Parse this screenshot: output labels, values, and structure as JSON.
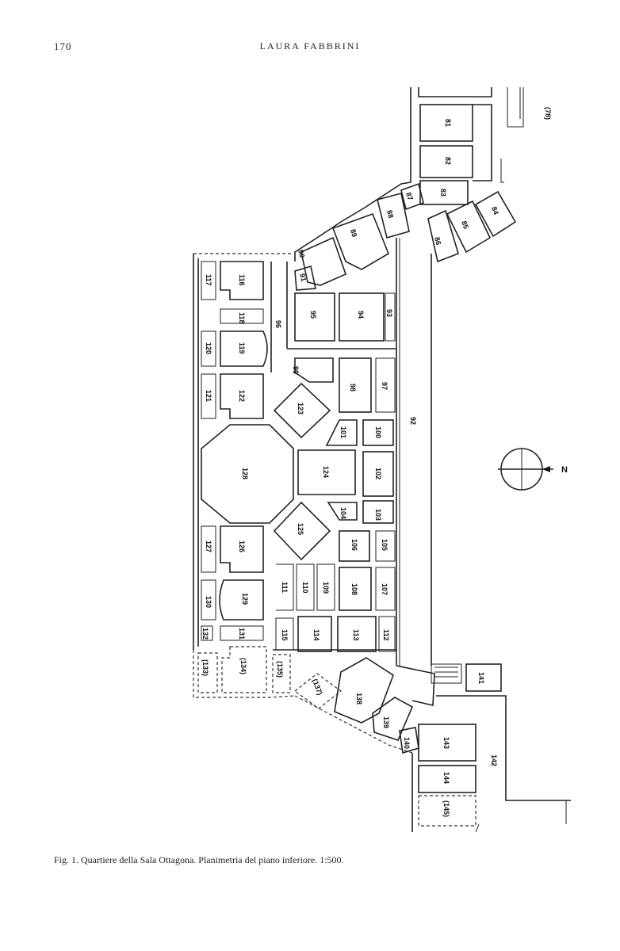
{
  "header": {
    "page_number": "170",
    "author": "LAURA FABBRINI"
  },
  "caption": "Fig. 1. Quartiere della Sala Ottagona. Planimetria del piano inferiore. 1:500.",
  "compass": {
    "north_letter": "N"
  },
  "rooms": {
    "r78": "(78)",
    "r81": "81",
    "r82": "82",
    "r83": "83",
    "r84": "84",
    "r85": "85",
    "r86": "86",
    "r87": "87",
    "r88": "88",
    "r89": "89",
    "r90": "90",
    "r91": "91",
    "r92": "92",
    "r93": "93",
    "r94": "94",
    "r95": "95",
    "r96": "96",
    "r97": "97",
    "r98": "98",
    "r99": "99",
    "r100": "100",
    "r101": "101",
    "r102": "102",
    "r103": "103",
    "r104": "104",
    "r105": "105",
    "r106": "106",
    "r107": "107",
    "r108": "108",
    "r109": "109",
    "r110": "110",
    "r111": "111",
    "r112": "112",
    "r113": "113",
    "r114": "114",
    "r115": "115",
    "r116": "116",
    "r117": "117",
    "r118": "118",
    "r119": "119",
    "r120": "120",
    "r121": "121",
    "r122": "122",
    "r123": "123",
    "r124": "124",
    "r125": "125",
    "r126": "126",
    "r127": "127",
    "r128": "128",
    "r129": "129",
    "r130": "130",
    "r131": "131",
    "r132": "132",
    "r133": "(133)",
    "r134": "(134)",
    "r135": "(135)",
    "r137": "(137)",
    "r138": "138",
    "r139": "139",
    "r140": "140",
    "r141": "141",
    "r142": "142",
    "r143": "143",
    "r144": "144",
    "r145": "(145)"
  }
}
